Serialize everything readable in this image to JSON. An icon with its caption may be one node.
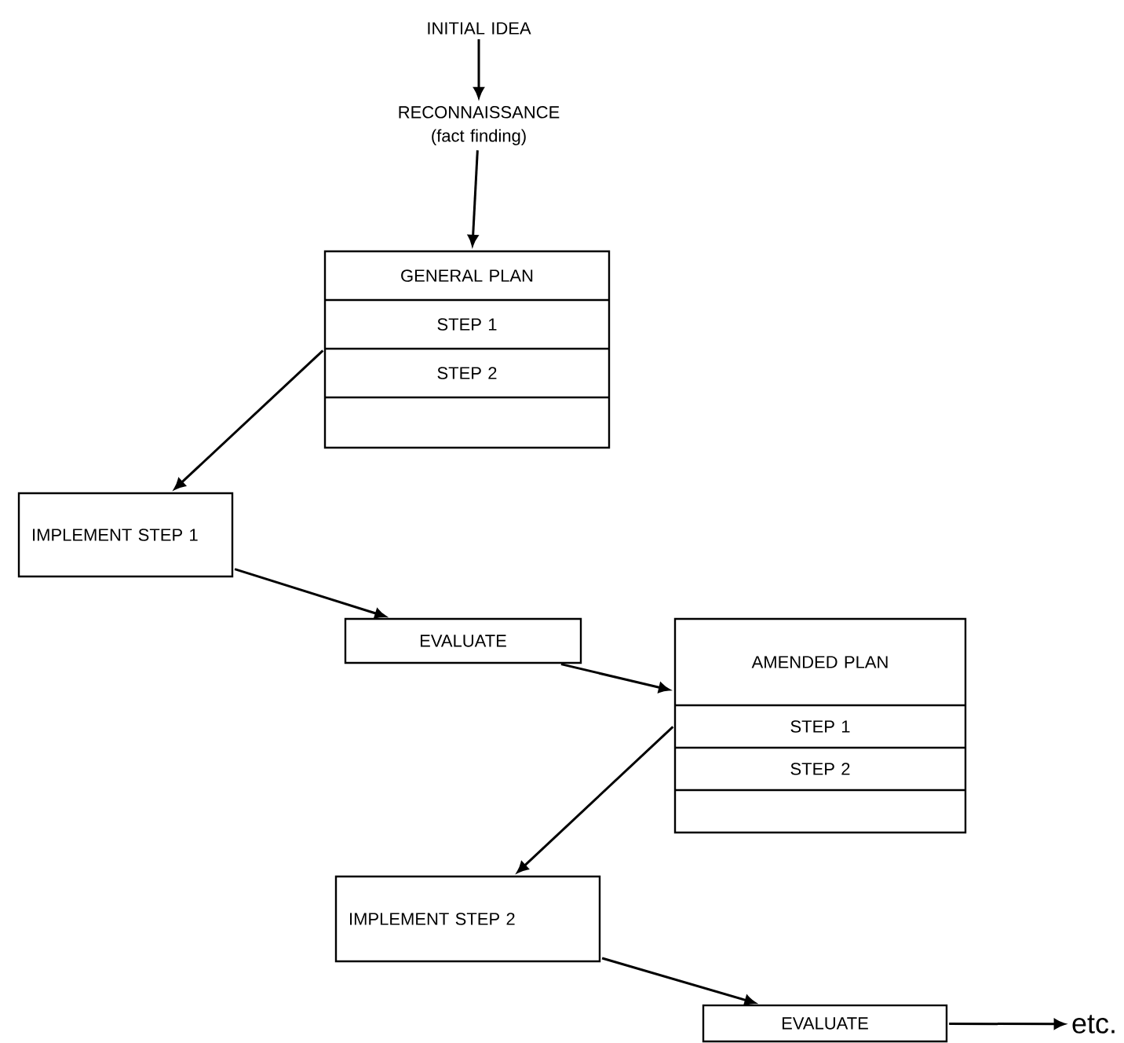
{
  "diagram": {
    "nodes": [
      {
        "text": [
          "INITIAL IDEA"
        ]
      },
      {
        "text": [
          "RECONNAISSANCE (fact finding)"
        ]
      },
      {
        "text": [
          "GENERAL PLAN",
          "STEP 1",
          "STEP 2"
        ]
      },
      {
        "text": [
          "IMPLEMENT STEP 1"
        ]
      },
      {
        "text": [
          "EVALUATE"
        ]
      },
      {
        "text": [
          "AMENDED PLAN",
          "STEP 1",
          "STEP 2"
        ]
      },
      {
        "text": [
          "IMPLEMENT STEP 2"
        ]
      },
      {
        "text": [
          "EVALUATE"
        ]
      },
      {
        "text": [
          "etc."
        ]
      }
    ],
    "edges": [
      {
        "from": 0,
        "to": 1,
        "arrow": "to"
      },
      {
        "from": 1,
        "to": 2,
        "arrow": "to"
      },
      {
        "from": 2,
        "to": 3,
        "arrow": "to"
      },
      {
        "from": 3,
        "to": 4,
        "arrow": "to"
      },
      {
        "from": 4,
        "to": 5,
        "arrow": "to"
      },
      {
        "from": 5,
        "to": 6,
        "arrow": "to"
      },
      {
        "from": 6,
        "to": 7,
        "arrow": "to"
      },
      {
        "from": 7,
        "to": 8,
        "arrow": "to"
      }
    ]
  }
}
